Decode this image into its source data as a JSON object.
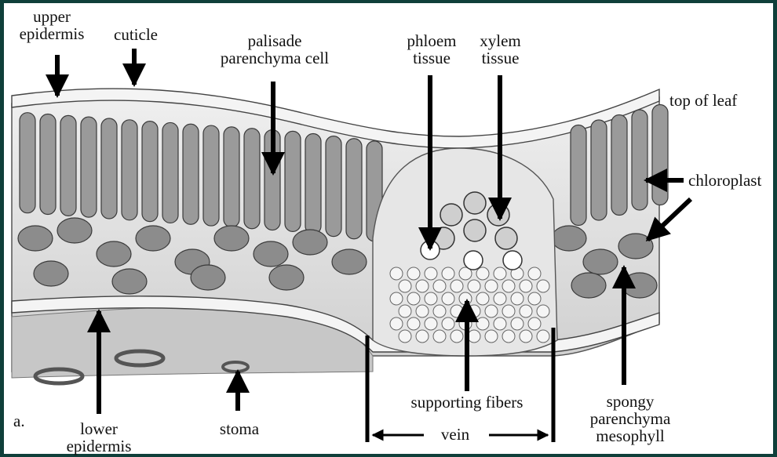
{
  "figure_label": "a.",
  "labels": {
    "upper_epidermis": [
      "upper",
      "epidermis"
    ],
    "cuticle": "cuticle",
    "palisade": [
      "palisade",
      "parenchyma cell"
    ],
    "phloem": [
      "phloem",
      "tissue"
    ],
    "xylem": [
      "xylem",
      "tissue"
    ],
    "top_of_leaf": "top of leaf",
    "chloroplast": "chloroplast",
    "lower_epidermis": [
      "lower",
      "epidermis"
    ],
    "stoma": "stoma",
    "supporting_fibers": "supporting fibers",
    "vein": "vein",
    "spongy": [
      "spongy",
      "parenchyma",
      "mesophyll"
    ]
  },
  "colors": {
    "border": "#0f3f3a",
    "tissue_fill": "#d9d9d9",
    "cell_fill": "#8c8c8c",
    "arrow": "#000000"
  }
}
